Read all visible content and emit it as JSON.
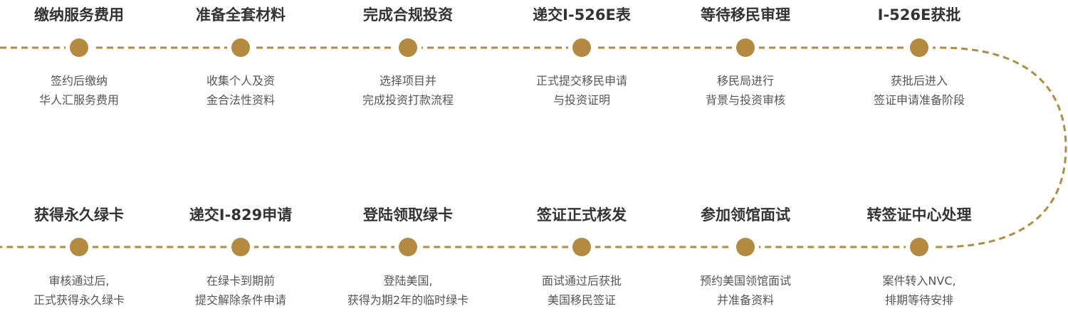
{
  "colors": {
    "accent": "#b38a40",
    "title": "#333333",
    "text": "#555555"
  },
  "rows": [
    {
      "steps": [
        {
          "title": "缴纳服务费用",
          "desc": [
            "签约后缴纳",
            "华人汇服务费用"
          ]
        },
        {
          "title": "准备全套材料",
          "desc": [
            "收集个人及资",
            "金合法性资料"
          ]
        },
        {
          "title": "完成合规投资",
          "desc": [
            "选择项目并",
            "完成投资打款流程"
          ]
        },
        {
          "title": "递交I-526E表",
          "desc": [
            "正式提交移民申请",
            "与投资证明"
          ]
        },
        {
          "title": "等待移民审理",
          "desc": [
            "移民局进行",
            "背景与投资审核"
          ]
        },
        {
          "title": "I-526E获批",
          "desc": [
            "获批后进入",
            "签证申请准备阶段"
          ]
        }
      ]
    },
    {
      "steps": [
        {
          "title": "获得永久绿卡",
          "desc": [
            "审核通过后,",
            "正式获得永久绿卡"
          ]
        },
        {
          "title": "递交I-829申请",
          "desc": [
            "在绿卡到期前",
            "提交解除条件申请"
          ]
        },
        {
          "title": "登陆领取绿卡",
          "desc": [
            "登陆美国,",
            "获得为期2年的临时绿卡"
          ]
        },
        {
          "title": "签证正式核发",
          "desc": [
            "面试通过后获批",
            "美国移民签证"
          ]
        },
        {
          "title": "参加领馆面试",
          "desc": [
            "预约美国领馆面试",
            "并准备资料"
          ]
        },
        {
          "title": "转签证中心处理",
          "desc": [
            "案件转入NVC,",
            "排期等待安排"
          ]
        }
      ]
    }
  ]
}
